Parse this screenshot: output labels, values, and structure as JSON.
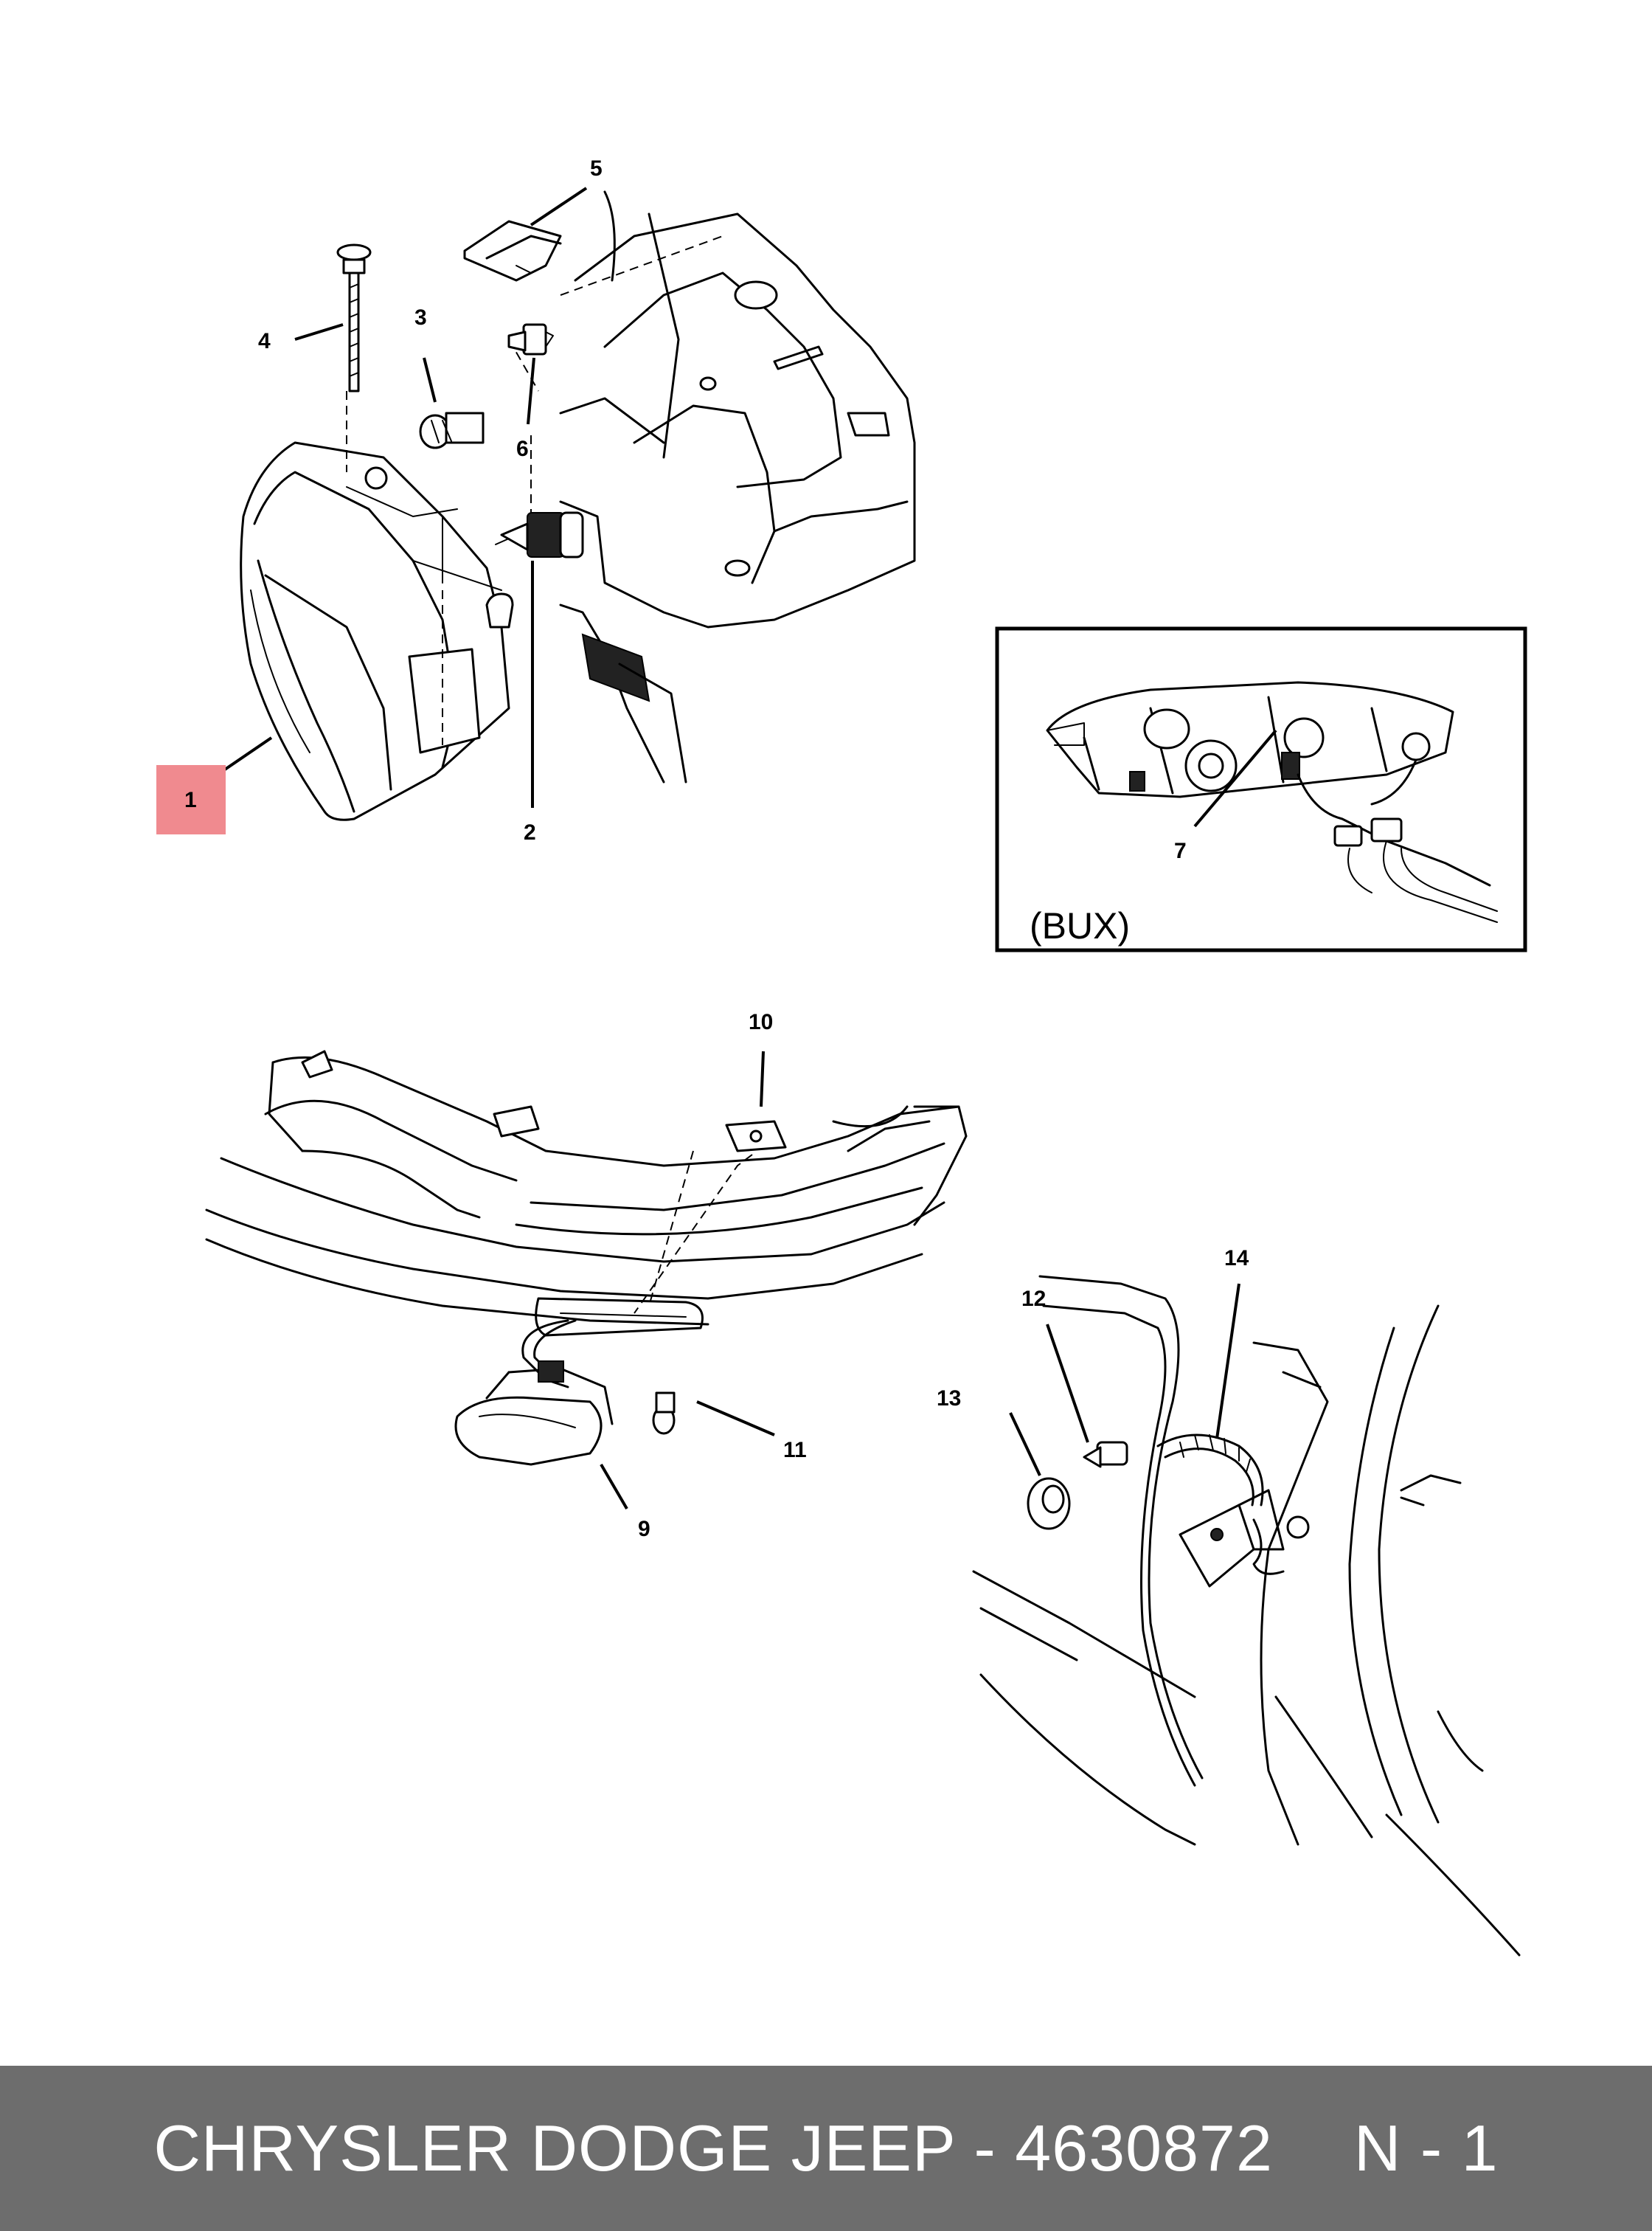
{
  "callouts": {
    "c1": "1",
    "c2": "2",
    "c3": "3",
    "c4": "4",
    "c5": "5",
    "c6": "6",
    "c7": "7",
    "c9": "9",
    "c10": "10",
    "c11": "11",
    "c12": "12",
    "c13": "13",
    "c14": "14"
  },
  "inset": {
    "label": "(BUX)"
  },
  "highlight_color": "#f08a8f",
  "footer": {
    "title": "CHRYSLER DODGE JEEP - 4630872",
    "page": "N - 1",
    "background": "#6d6d6d",
    "text_color": "#ffffff"
  }
}
